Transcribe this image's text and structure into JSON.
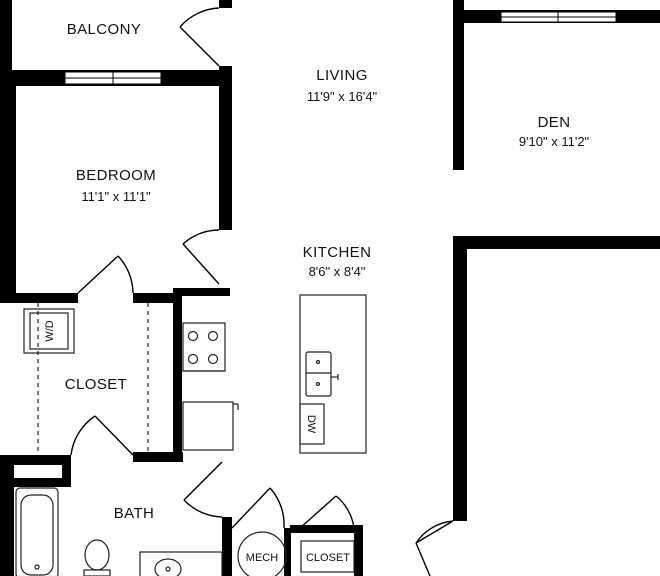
{
  "colors": {
    "wall": "#000000",
    "fixture": "#222222",
    "fill": "#ffffff",
    "window": "#777777"
  },
  "rooms": {
    "balcony": {
      "name": "BALCONY"
    },
    "living": {
      "name": "LIVING",
      "dims": "11'9\" x 16'4\""
    },
    "den": {
      "name": "DEN",
      "dims": "9'10\" x 11'2\""
    },
    "bedroom": {
      "name": "BEDROOM",
      "dims": "11'1\" x 11'1\""
    },
    "kitchen": {
      "name": "KITCHEN",
      "dims": "8'6\" x 8'4\""
    },
    "closet": {
      "name": "CLOSET"
    },
    "bath": {
      "name": "BATH"
    },
    "mech": {
      "name": "MECH"
    },
    "closet2": {
      "name": "CLOSET"
    }
  },
  "fixtures": {
    "washer_dryer": "W/D",
    "dishwasher": "DW"
  }
}
